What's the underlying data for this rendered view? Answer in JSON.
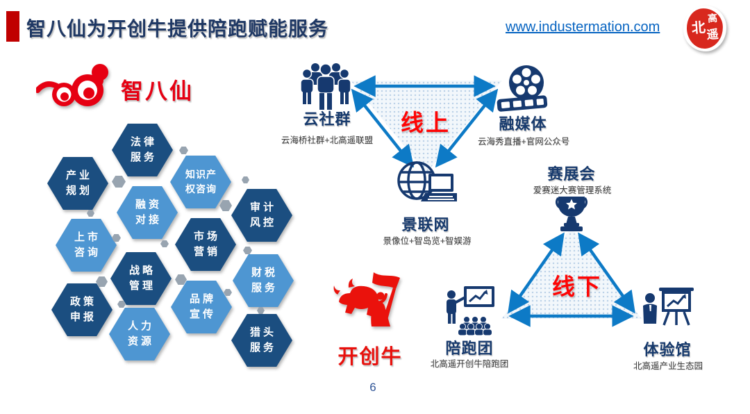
{
  "header": {
    "title": "智八仙为开创牛提供陪跑赋能服务",
    "url": "www.industermation.com",
    "seal_chars": [
      "北",
      "高",
      "遥"
    ]
  },
  "left_panel": {
    "brand": "智八仙",
    "hexagons": [
      {
        "line1": "法律",
        "line2": "服务",
        "tone": "dark"
      },
      {
        "line1": "产业",
        "line2": "规划",
        "tone": "dark"
      },
      {
        "line1": "知识产",
        "line2": "权咨询",
        "tone": "light"
      },
      {
        "line1": "融资",
        "line2": "对接",
        "tone": "light"
      },
      {
        "line1": "审计",
        "line2": "风控",
        "tone": "dark"
      },
      {
        "line1": "上市",
        "line2": "咨询",
        "tone": "light"
      },
      {
        "line1": "市场",
        "line2": "营销",
        "tone": "dark"
      },
      {
        "line1": "战略",
        "line2": "管理",
        "tone": "dark"
      },
      {
        "line1": "财税",
        "line2": "服务",
        "tone": "light"
      },
      {
        "line1": "政策",
        "line2": "申报",
        "tone": "dark"
      },
      {
        "line1": "品牌",
        "line2": "宣传",
        "tone": "light"
      },
      {
        "line1": "人力",
        "line2": "资源",
        "tone": "light"
      },
      {
        "line1": "猎头",
        "line2": "服务",
        "tone": "dark"
      }
    ]
  },
  "online_triangle": {
    "center_label": "线上",
    "nodes": [
      {
        "name": "云社群",
        "sub": "云海桥社群+北高遥联盟",
        "icon": "people-group-icon"
      },
      {
        "name": "融媒体",
        "sub": "云海秀直播+官网公众号",
        "icon": "film-reel-icon"
      },
      {
        "name": "景联网",
        "sub": "景像位+智岛览+智娱游",
        "icon": "globe-laptop-icon"
      }
    ]
  },
  "offline_triangle": {
    "center_label": "线下",
    "nodes": [
      {
        "name": "赛展会",
        "sub": "爱赛迷大赛管理系统",
        "icon": "trophy-icon"
      },
      {
        "name": "陪跑团",
        "sub": "北高遥开创牛陪跑团",
        "icon": "presentation-audience-icon"
      },
      {
        "name": "体验馆",
        "sub": "北高遥产业生态园",
        "icon": "person-flipchart-icon"
      }
    ]
  },
  "bull": {
    "label": "开创牛",
    "icon": "red-bull-icon"
  },
  "footer": {
    "page_number": "6"
  },
  "colors": {
    "title_navy": "#1f3864",
    "bar_red": "#c00000",
    "dark_hex_blue": "#1b4e80",
    "light_hex_blue": "#4e96d2",
    "connector_gray": "#98a4b0",
    "arrow_blue": "#0d7ac6",
    "accent_red": "#e60012",
    "bright_red": "#fe0505",
    "url_blue": "#0563c1",
    "icon_navy": "#16396f"
  }
}
